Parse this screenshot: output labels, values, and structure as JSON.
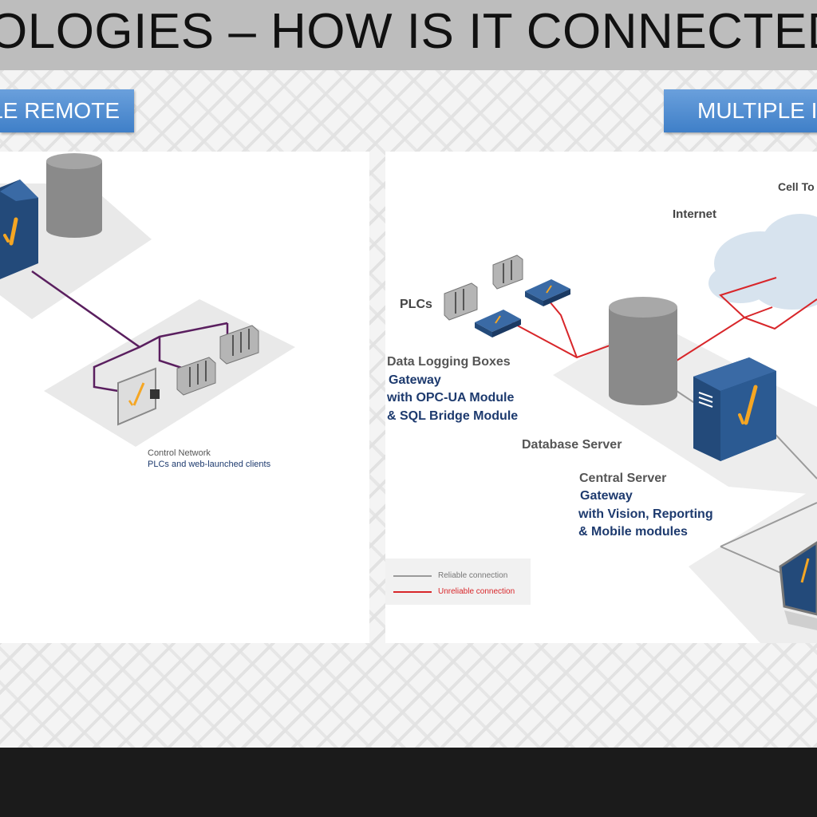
{
  "slide": {
    "title": "OLOGIES – HOW IS IT CONNECTED?",
    "left_tag": "LE REMOTE",
    "right_tag": "MULTIPLE I"
  },
  "left_diagram": {
    "network_label": "Control Network",
    "clients_label": "PLCs and web-launched clients"
  },
  "right_diagram": {
    "cell_tower_label": "Cell To",
    "internet_label": "Internet",
    "plcs_label": "PLCs",
    "data_logging": {
      "title": "Data Logging Boxes",
      "line1": "Gateway",
      "line2": "with OPC-UA Module",
      "line3": "& SQL Bridge Module"
    },
    "database_label": "Database Server",
    "central_server": {
      "title": "Central Server",
      "line1": "Gateway",
      "line2": "with Vision, Reporting",
      "line3": "& Mobile modules"
    },
    "legend": {
      "reliable": "Reliable connection",
      "unreliable": "Unreliable connection"
    }
  },
  "colors": {
    "title_bar": "#bdbdbd",
    "tag_blue": "#4a88cf",
    "server_blue": "#234a7a",
    "unreliable_red": "#d8262a",
    "reliable_gray": "#9a9a9a",
    "network_purple": "#5a1f5f",
    "accent_orange": "#f5a623"
  }
}
